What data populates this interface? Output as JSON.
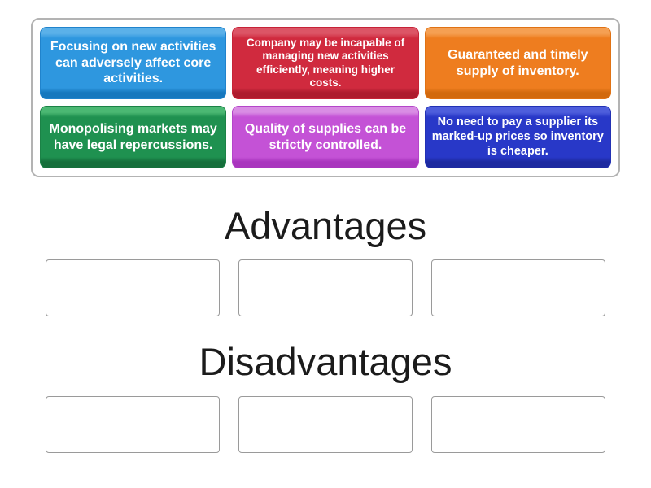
{
  "page": {
    "background": "#ffffff",
    "heading_color": "#1b1b1b"
  },
  "tray": {
    "border_color": "#b3b3b3",
    "card_text_color": "#ffffff",
    "cards": [
      {
        "label": "Focusing on new activities can adversely affect core activities.",
        "color_top": "#5bb1e9",
        "color_mid": "#2e97df",
        "color_bottom": "#1678be",
        "border_color": "#2083cc"
      },
      {
        "label": "Company may be incapable of managing new activities efficiently, meaning higher costs.",
        "color_top": "#dc5566",
        "color_mid": "#d02a3e",
        "color_bottom": "#ae1c2e",
        "border_color": "#c62337"
      },
      {
        "label": "Guaranteed and timely supply of inventory.",
        "color_top": "#f5a053",
        "color_mid": "#ee7d1f",
        "color_bottom": "#d2690d",
        "border_color": "#e07214"
      },
      {
        "label": "Monopolising markets may have legal repercussions.",
        "color_top": "#4bb873",
        "color_mid": "#1f9150",
        "color_bottom": "#156f3b",
        "border_color": "#1b8246"
      },
      {
        "label": "Quality of supplies can be strictly controlled.",
        "color_top": "#d98de4",
        "color_mid": "#c452d6",
        "color_bottom": "#a935be",
        "border_color": "#b445c9"
      },
      {
        "label": "No need to pay a supplier its marked-up prices so inventory is cheaper.",
        "color_top": "#4e5edc",
        "color_mid": "#2838c8",
        "color_bottom": "#1d2aa0",
        "border_color": "#2231b4"
      }
    ]
  },
  "groups": [
    {
      "title": "Advantages",
      "slot_count": 3
    },
    {
      "title": "Disadvantages",
      "slot_count": 3
    }
  ],
  "slot": {
    "border_color": "#9a9a9a",
    "background": "#ffffff"
  }
}
